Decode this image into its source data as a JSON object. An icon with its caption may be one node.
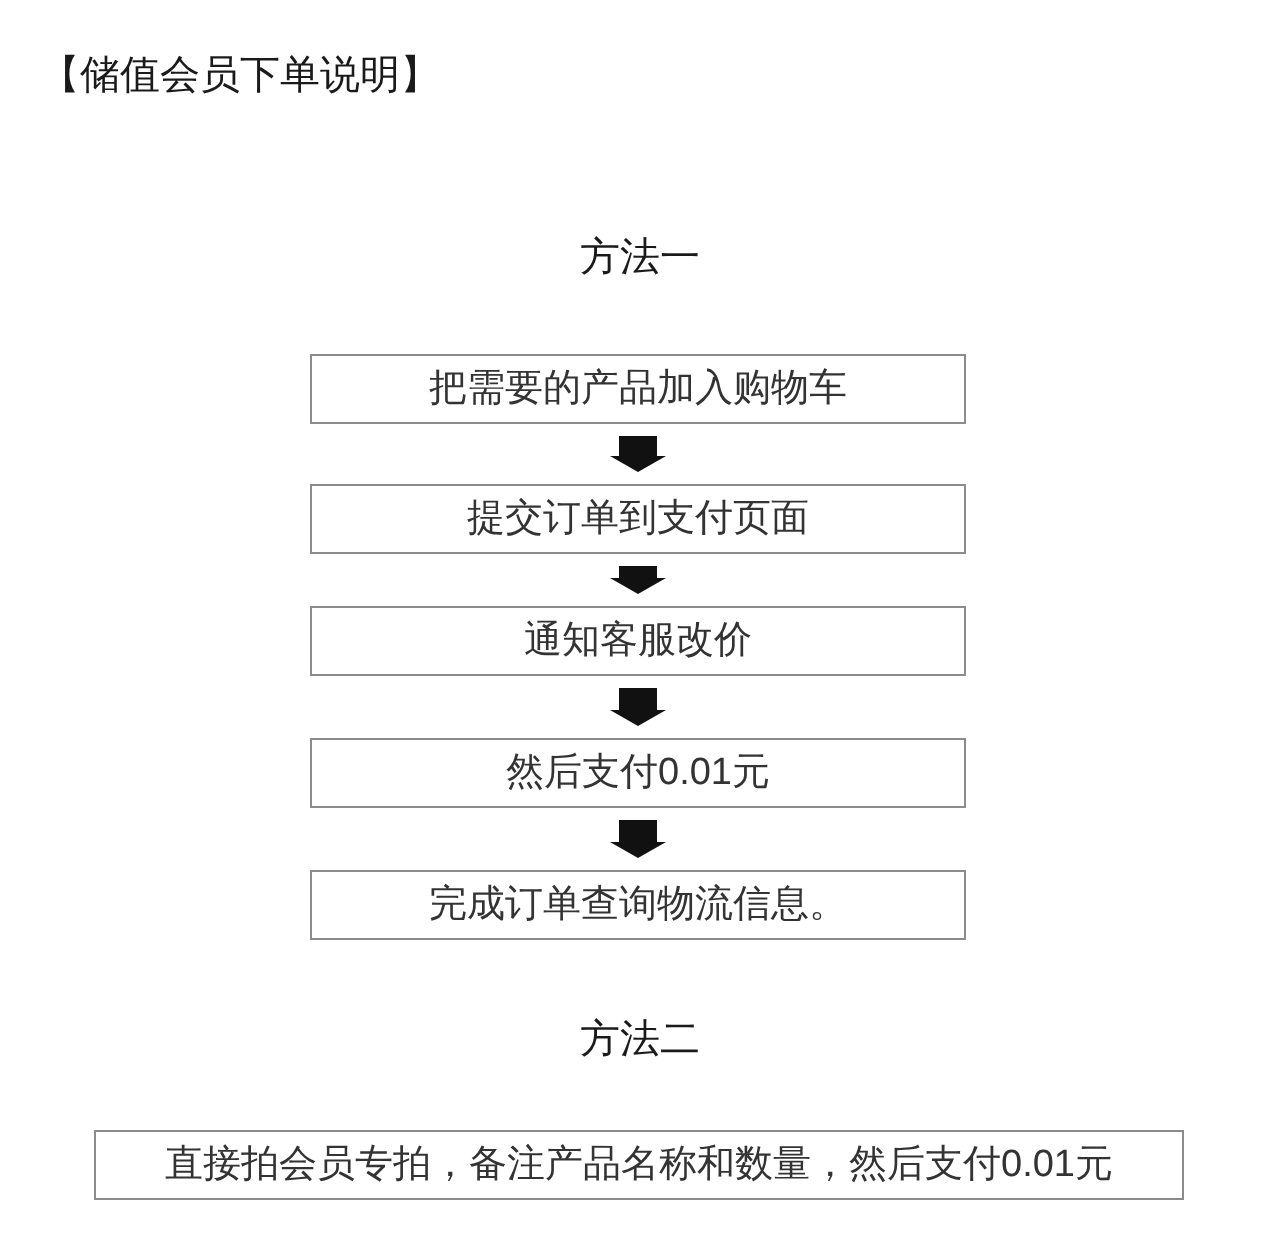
{
  "diagram": {
    "title": "【储值会员下单说明】",
    "nodes": [
      {
        "text": [
          "把需要的产品加入购物车"
        ]
      },
      {
        "text": [
          "提交订单到支付页面"
        ]
      },
      {
        "text": [
          "通知客服改价"
        ]
      },
      {
        "text": [
          "然后支付0.01元"
        ]
      },
      {
        "text": [
          "完成订单查询物流信息。"
        ]
      },
      {
        "text": [
          "直接拍会员专拍，备注产品名称和数量，然后支付0.01元"
        ]
      }
    ],
    "edges": [
      {
        "from": 0,
        "to": 1,
        "arrow": "to"
      },
      {
        "from": 1,
        "to": 2,
        "arrow": "to"
      },
      {
        "from": 2,
        "to": 3,
        "arrow": "to"
      },
      {
        "from": 3,
        "to": 4,
        "arrow": "to"
      }
    ],
    "labels": [
      "方法一",
      "方法二"
    ]
  }
}
